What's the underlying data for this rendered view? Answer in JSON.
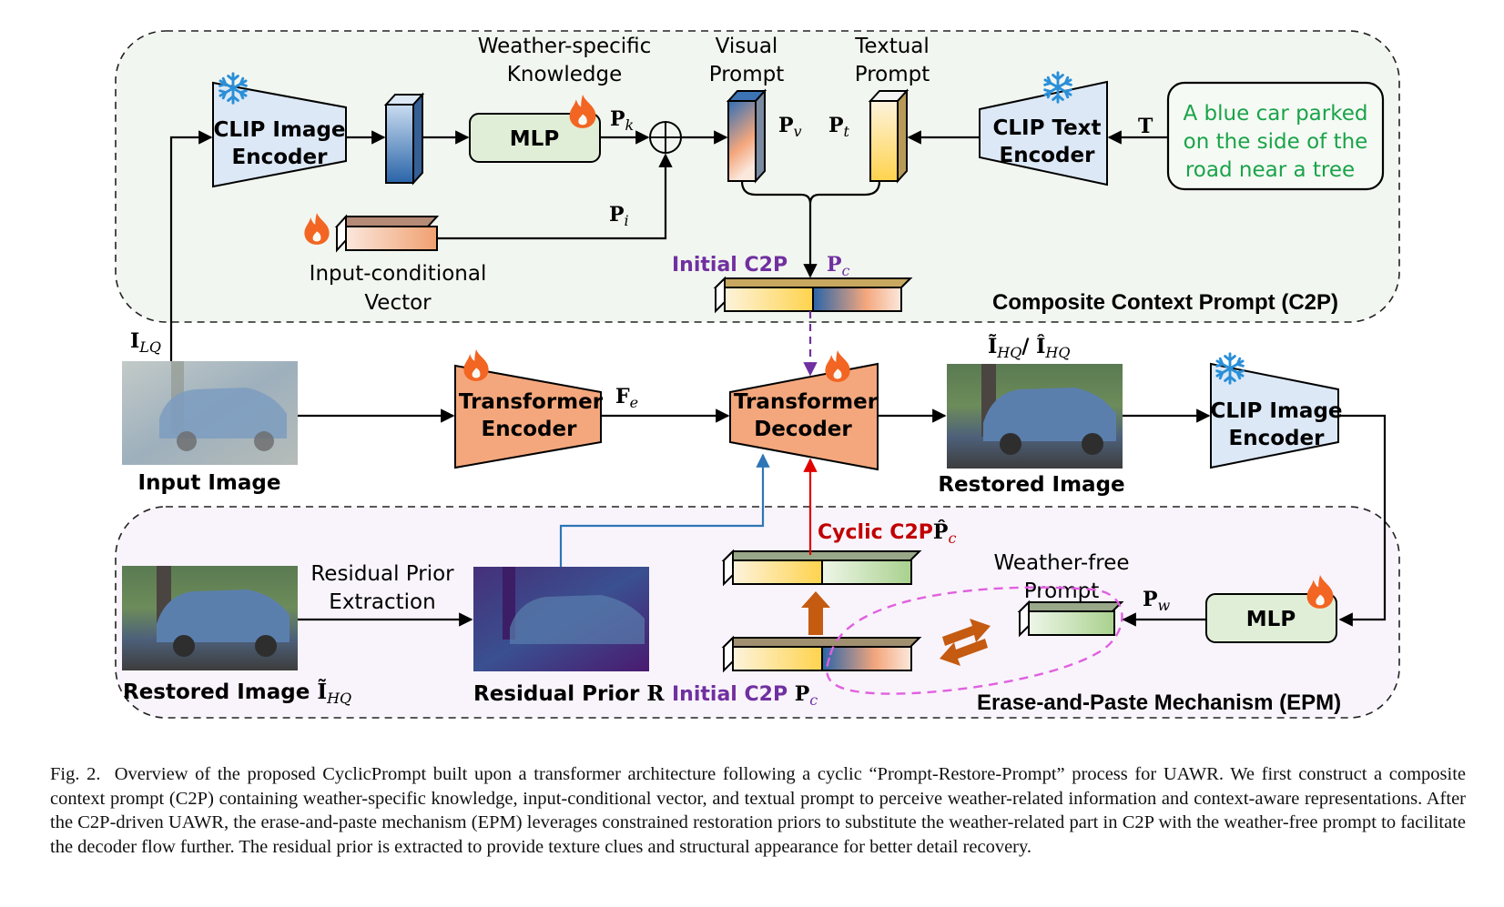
{
  "figure": {
    "sections": {
      "c2p_title": "Composite Context Prompt (C2P)",
      "epm_title": "Erase-and-Paste Mechanism (EPM)"
    },
    "c2p": {
      "clip_image_encoder": [
        "CLIP Image",
        "Encoder"
      ],
      "weather_knowledge_label": [
        "Weather-specific",
        "Knowledge"
      ],
      "mlp_label": "MLP",
      "pk_label": "P",
      "pk_sub": "k",
      "visual_prompt_label": [
        "Visual",
        "Prompt"
      ],
      "textual_prompt_label": [
        "Textual",
        "Prompt"
      ],
      "pv_label": "P",
      "pv_sub": "v",
      "pt_label": "P",
      "pt_sub": "t",
      "clip_text_encoder": [
        "CLIP Text",
        "Encoder"
      ],
      "t_label": "T",
      "text_prompt": [
        "A blue car parked",
        "on the side of the",
        "road near a tree"
      ],
      "pi_label": "P",
      "pi_sub": "i",
      "input_vector_label": [
        "Input-conditional",
        "Vector"
      ],
      "initial_c2p_label": "Initial C2P",
      "pc_label": "P",
      "pc_sub": "c"
    },
    "main": {
      "ilq_label": "I",
      "ilq_sub": "LQ",
      "input_image_label": "Input Image",
      "transformer_encoder": [
        "Transformer",
        "Encoder"
      ],
      "fe_label": "F",
      "fe_sub": "e",
      "transformer_decoder": [
        "Transformer",
        "Decoder"
      ],
      "ihq_label": "Ĩ",
      "ihq_sub": "HQ",
      "ihq_sep": "/ ",
      "ihq2_label": "Î",
      "ihq2_sub": "HQ",
      "restored_image_label": "Restored Image",
      "clip_image_encoder2": [
        "CLIP Image",
        "Encoder"
      ]
    },
    "epm": {
      "restored_image_label": "Restored Image ",
      "restored_sym": "Ĩ",
      "restored_sub": "HQ",
      "residual_extraction_label": [
        "Residual Prior",
        "Extraction"
      ],
      "residual_prior_label": "Residual Prior ",
      "residual_sym": "R",
      "cyclic_c2p_label": "Cyclic C2P",
      "cyclic_sym": "P̂",
      "cyclic_sub": "c",
      "weather_free_label": [
        "Weather-free",
        "Prompt"
      ],
      "pw_label": "P",
      "pw_sub": "w",
      "mlp_label": "MLP",
      "initial_c2p_label": "Initial C2P ",
      "pc_label": "P",
      "pc_sub": "c"
    },
    "icons": {
      "frozen": "snowflake-icon",
      "trainable": "flame-icon",
      "add": "circle-plus-icon",
      "swap": "swap-arrows-icon"
    },
    "colors": {
      "c2p_bg": "#f2f6f0",
      "epm_bg": "#f9f4fb",
      "encoder_blue": "#dce8f6",
      "transformer_orange": "#f4a77d",
      "mlp_green": "#e1eed7",
      "text_green": "#1aa34a",
      "purple": "#7030a0",
      "cyclic_red": "#c00000",
      "residual_blue": "#2e75b6",
      "flame": "#f26522",
      "snow": "#2a8fd8",
      "ellipse_pink": "#e060e0",
      "swap_orange": "#c55a11"
    }
  },
  "caption": {
    "label": "Fig. 2.",
    "text": "Overview of the proposed CyclicPrompt built upon a transformer architecture following a cyclic “Prompt-Restore-Prompt” process for UAWR. We first construct a composite context prompt (C2P) containing weather-specific knowledge, input-conditional vector, and textual prompt to perceive weather-related information and context-aware representations. After the C2P-driven UAWR, the erase-and-paste mechanism (EPM) leverages constrained restoration priors to substitute the weather-related part in C2P with the weather-free prompt to facilitate the decoder flow further. The residual prior is extracted to provide texture clues and structural appearance for better detail recovery."
  }
}
